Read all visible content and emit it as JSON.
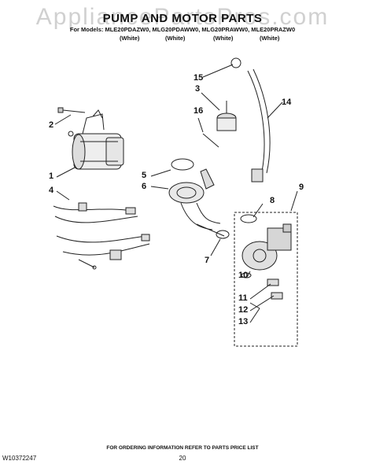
{
  "watermark": "AppliancePartsPros.com",
  "header": {
    "title": "PUMP AND MOTOR PARTS",
    "models": "For Models: MLE20PDAZW0, MLG20PDAWW0, MLG20PRAWW0, MLE20PRAZW0",
    "finishes": [
      "(White)",
      "(White)",
      "(White)",
      "(White)"
    ]
  },
  "callouts": [
    "1",
    "2",
    "3",
    "4",
    "5",
    "6",
    "7",
    "8",
    "9",
    "10",
    "11",
    "12",
    "13",
    "14",
    "15",
    "16"
  ],
  "footer": {
    "ordering_note": "FOR ORDERING INFORMATION REFER TO PARTS PRICE LIST",
    "doc_number": "W10372247",
    "page_number": "20"
  }
}
